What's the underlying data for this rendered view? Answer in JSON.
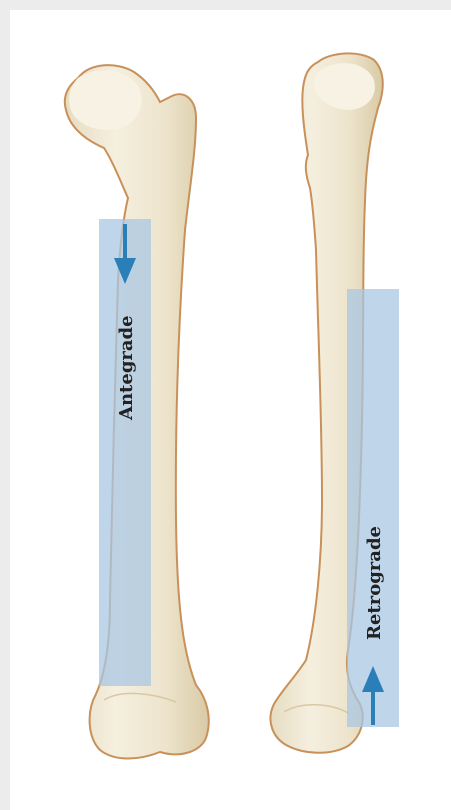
{
  "labels": {
    "antegrade": "Antegrade",
    "retrograde": "Retrograde"
  },
  "colors": {
    "background": "#ececec",
    "panel": "#ffffff",
    "bone_fill": "#efe7d2",
    "bone_outline": "#c8915a",
    "overlay": "#a9c7e3",
    "arrow": "#2a7fb8"
  },
  "icons": {
    "antegrade_arrow": "arrow-down",
    "retrograde_arrow": "arrow-up"
  }
}
